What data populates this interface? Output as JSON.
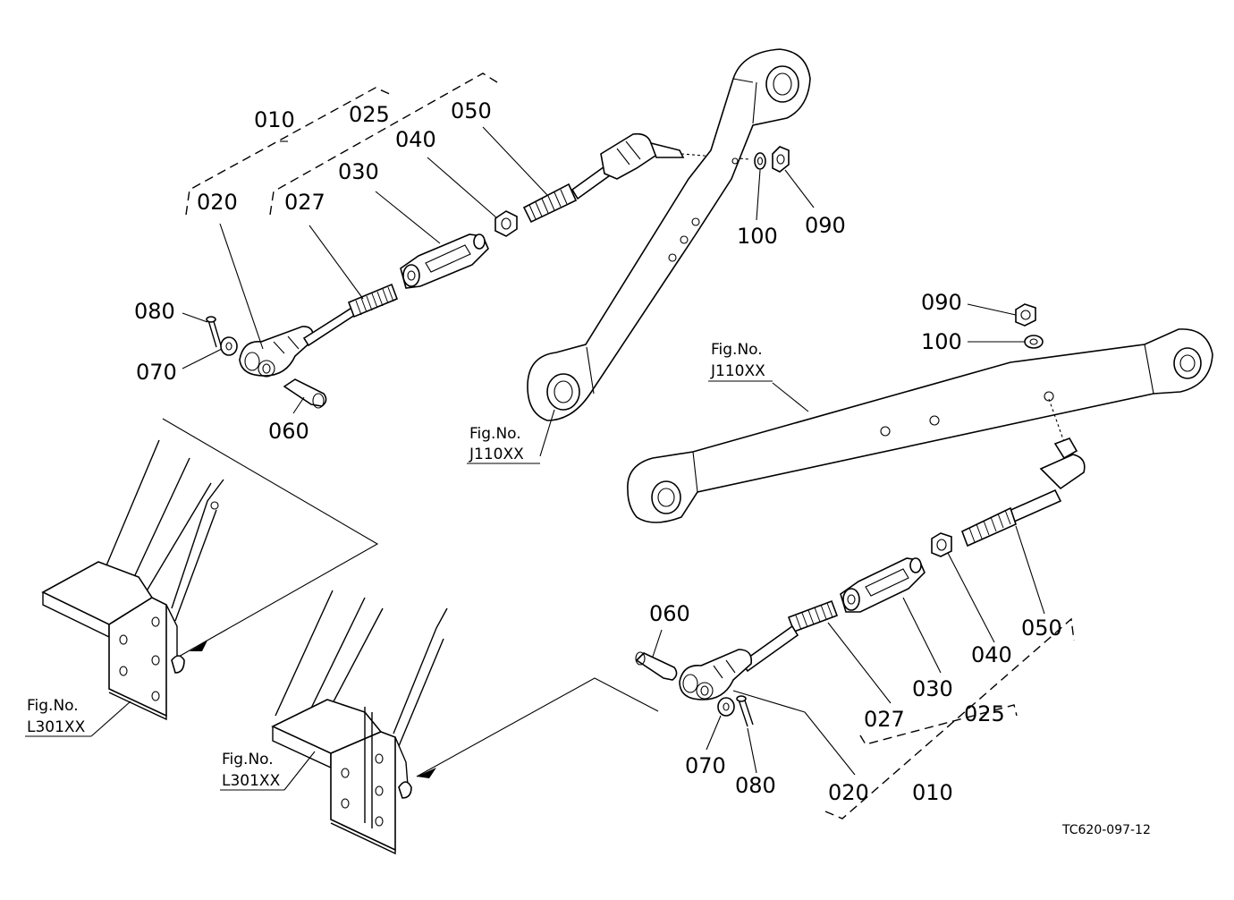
{
  "diagram": {
    "drawing_code": "TC620-097-12",
    "callouts": {
      "upper": [
        "010",
        "025",
        "020",
        "027",
        "030",
        "040",
        "050",
        "080",
        "070",
        "060",
        "100",
        "090"
      ],
      "lower": [
        "090",
        "100",
        "060",
        "040",
        "050",
        "030",
        "027",
        "025",
        "070",
        "080",
        "020",
        "010"
      ]
    },
    "figure_refs": [
      {
        "line1": "Fig.No.",
        "line2": "J110XX"
      },
      {
        "line1": "Fig.No.",
        "line2": "J110XX"
      },
      {
        "line1": "Fig.No.",
        "line2": "L301XX"
      },
      {
        "line1": "Fig.No.",
        "line2": "L301XX"
      }
    ]
  }
}
